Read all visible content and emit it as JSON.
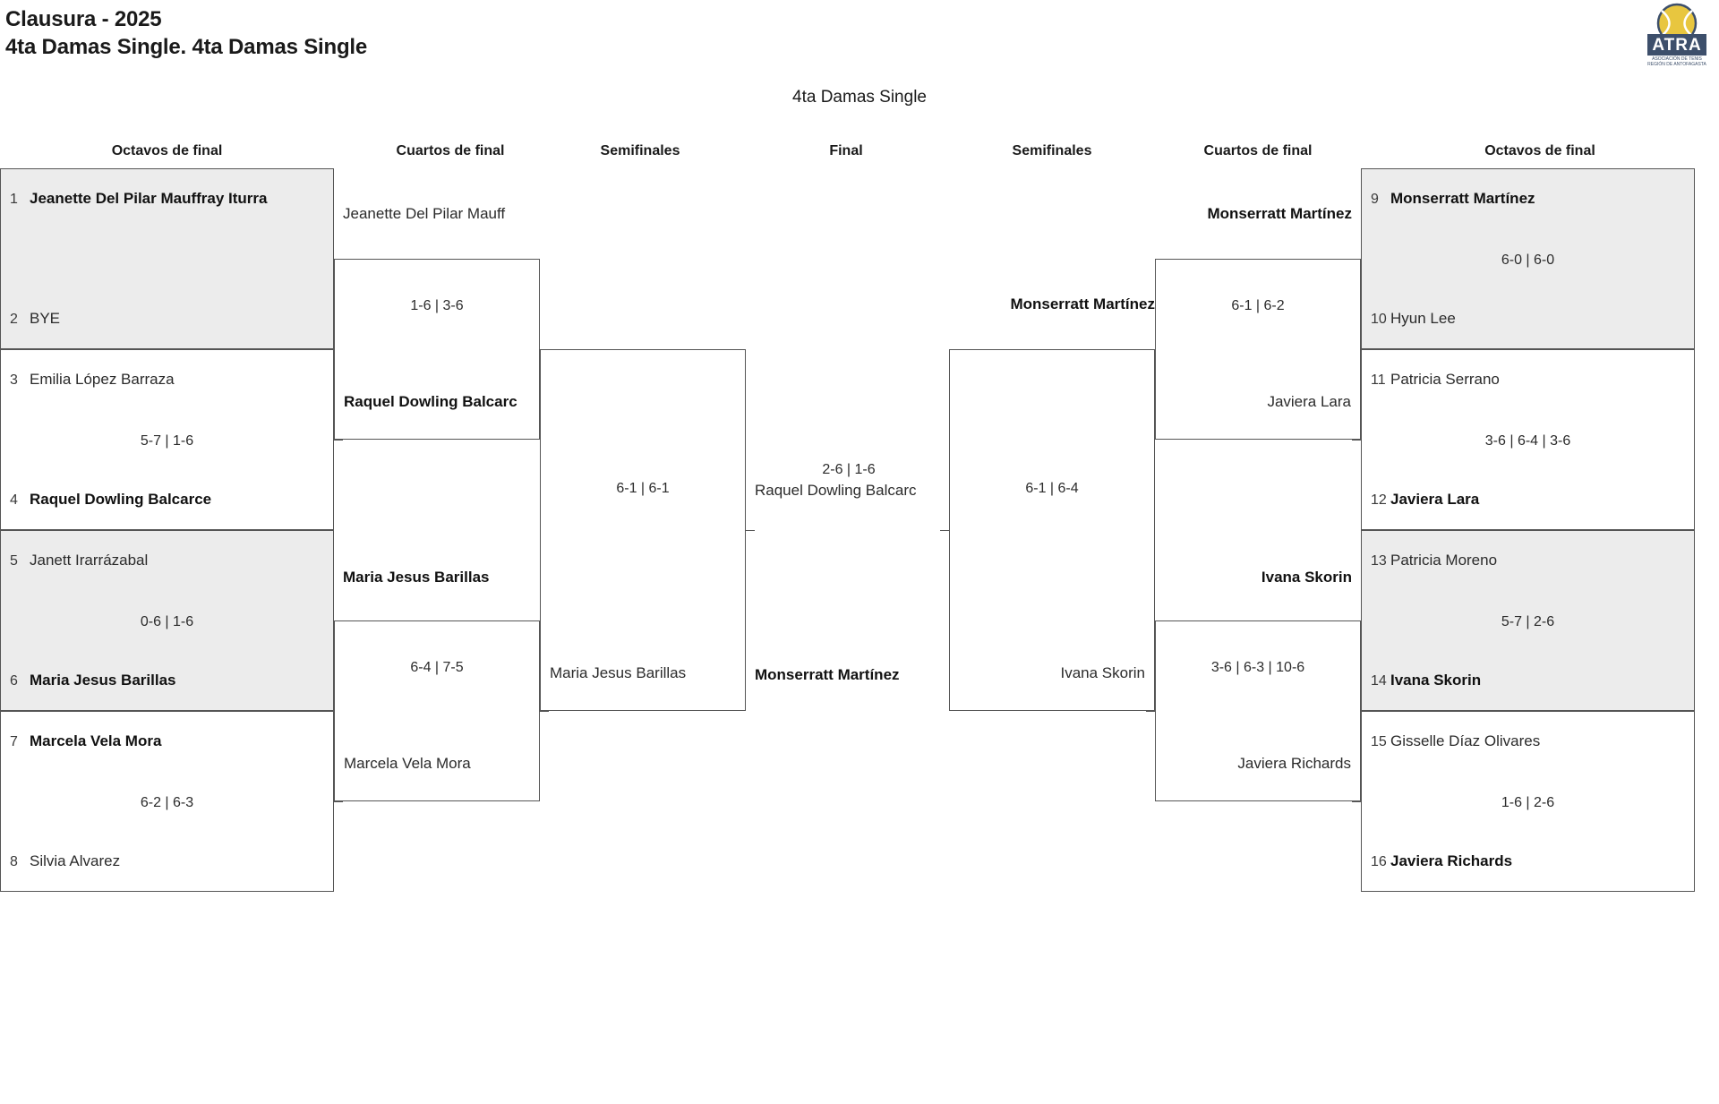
{
  "header": {
    "line1": "Clausura - 2025",
    "line2": "4ta Damas Single. 4ta Damas Single"
  },
  "logo": {
    "acronym": "ATRA",
    "sub1": "ASOCIACIÓN DE TENIS",
    "sub2": "REGIÓN DE ANTOFAGASTA"
  },
  "draw_title": "4ta Damas Single",
  "rounds": {
    "r16_left": "Octavos de final",
    "qf_left": "Cuartos de final",
    "sf_left": "Semifinales",
    "final": "Final",
    "sf_right": "Semifinales",
    "qf_right": "Cuartos de final",
    "r16_right": "Octavos de final"
  },
  "chart_data": {
    "type": "bracket",
    "title": "4ta Damas Single",
    "event": "Clausura - 2025",
    "category": "4ta Damas Single. 4ta Damas Single",
    "rounds": [
      "Octavos de final",
      "Cuartos de final",
      "Semifinales",
      "Final"
    ]
  },
  "left": {
    "r16": [
      {
        "seed_top": "1",
        "top": "Jeanette Del Pilar Mauffray Iturra",
        "seed_bot": "2",
        "bot": "BYE",
        "score": "",
        "winner": "top",
        "shaded": true
      },
      {
        "seed_top": "3",
        "top": "Emilia López Barraza",
        "seed_bot": "4",
        "bot": "Raquel Dowling Balcarce",
        "score": "5-7 | 1-6",
        "winner": "bot",
        "shaded": false
      },
      {
        "seed_top": "5",
        "top": "Janett Irarrázabal",
        "seed_bot": "6",
        "bot": "Maria Jesus Barillas",
        "score": "0-6 | 1-6",
        "winner": "bot",
        "shaded": true
      },
      {
        "seed_top": "7",
        "top": "Marcela Vela Mora",
        "seed_bot": "8",
        "bot": "Silvia Alvarez",
        "score": "6-2 | 6-3",
        "winner": "top",
        "shaded": false
      }
    ],
    "qf": [
      {
        "top": "Jeanette Del Pilar Mauff",
        "bot": "Raquel Dowling Balcarc",
        "score": "1-6 | 3-6",
        "winner": "bot"
      },
      {
        "top": "Maria Jesus Barillas",
        "bot": "Marcela Vela Mora",
        "score": "6-4 | 7-5",
        "winner": "top"
      }
    ],
    "sf": [
      {
        "top": "Raquel Dowling Balcarc",
        "bot": "Maria Jesus Barillas",
        "score": "6-1 | 6-1",
        "winner": "top"
      }
    ]
  },
  "final": {
    "top": "Raquel Dowling Balcarc",
    "bot": "Monserratt Martínez",
    "score": "2-6 | 1-6",
    "winner": "bot"
  },
  "right": {
    "sf": [
      {
        "top": "Monserratt Martínez",
        "bot": "Ivana Skorin",
        "score": "6-1 | 6-4",
        "winner": "top"
      }
    ],
    "qf": [
      {
        "top": "Monserratt Martínez",
        "bot": "Javiera Lara",
        "score": "6-1 | 6-2",
        "winner": "top"
      },
      {
        "top": "Ivana Skorin",
        "bot": "Javiera Richards",
        "score": "3-6 | 6-3 | 10-6",
        "winner": "top"
      }
    ],
    "r16": [
      {
        "seed_top": "9",
        "top": "Monserratt Martínez",
        "seed_bot": "10",
        "bot": "Hyun Lee",
        "score": "6-0 | 6-0",
        "winner": "top",
        "shaded": true
      },
      {
        "seed_top": "11",
        "top": "Patricia Serrano",
        "seed_bot": "12",
        "bot": "Javiera Lara",
        "score": "3-6 | 6-4 | 3-6",
        "winner": "bot",
        "shaded": false
      },
      {
        "seed_top": "13",
        "top": "Patricia Moreno",
        "seed_bot": "14",
        "bot": "Ivana Skorin",
        "score": "5-7 | 2-6",
        "winner": "bot",
        "shaded": true
      },
      {
        "seed_top": "15",
        "top": "Gisselle Díaz Olivares",
        "seed_bot": "16",
        "bot": "Javiera Richards",
        "score": "1-6 | 2-6",
        "winner": "bot",
        "shaded": false
      }
    ]
  }
}
